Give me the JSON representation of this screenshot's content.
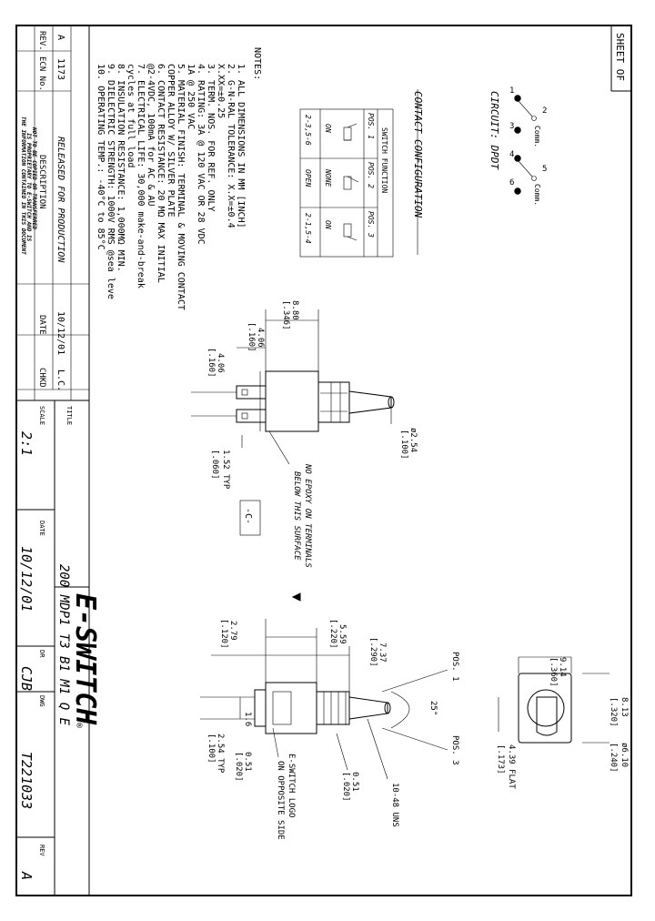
{
  "sheet_label": "SHEET    OF",
  "notes": {
    "heading": "NOTES:",
    "lines": [
      "1.  ALL DIMENSIONS IN MM [INCH]",
      "2.  G-N-RAL TOLERANCE: X.X=±0.4",
      "                        X.XX=±0.25",
      "3.  TERM. NOS. FOR REF. ONLY",
      "4.  RATING: 3A @ 120 VAC OR 28 VDC",
      "            1A @ 250 VAC",
      "5.  MATERIAL FINISH: TERMINAL & MOVING CONTACT",
      "            COPPER ALLOY W/ SILVER PLATE",
      "6.  CONTACT RESISTANCE: 20 MΩ MAX INITIAL",
      "            @2-4VDC, 100mA for AC & AU",
      "7.  ELECTRICAL LIFE: 30,000 make-and-break",
      "            cycles at full load",
      "8.  INSULATION RESISTANCE: 1,000MΩ MIN.",
      "9.  DIELECTRIC STRENGTH: 1000V RMS @sea leve",
      "10. OPERATING TEMP.: -40°C to 85°C"
    ]
  },
  "contact_config": {
    "title": "CONTACT CONFIGURATION",
    "circuit": "CIRCUIT: DPDT",
    "terminals": [
      "1",
      "2",
      "3",
      "4",
      "5",
      "6"
    ],
    "comm_label_a": "Comm.",
    "comm_label_b": "Comm.",
    "table_title": "SWITCH FUNCTION",
    "headers": [
      "POS. 1",
      "POS. 2",
      "POS. 3"
    ],
    "rows": [
      [
        "ON",
        "NONE",
        "ON"
      ],
      [
        "2-3,5-6",
        "OPEN",
        "2-1,5-4"
      ]
    ]
  },
  "revision_block": {
    "rows": [
      {
        "rev": "A",
        "ecn": "1173",
        "description": "RELEASED FOR PRODUCTION",
        "date": "10/12/01",
        "chkd": "L.C."
      }
    ],
    "header": {
      "rev": "REV.",
      "ecn": "ECN No.",
      "description": "DESCRIPTION",
      "date": "DATE",
      "chkd": "CHKD"
    },
    "proprietary": [
      "THE INFORMATION CONTAINED IN THIS DOCUMENT",
      "IS PROPRIETARY TO E-SWITCH AND IS",
      "NOT TO BE COPIED OR TRANSFERRED"
    ]
  },
  "title_block": {
    "title_label": "TITLE",
    "title": "200 MDP1 T3 B1 M1 Q E",
    "scale_label": "SCALE",
    "scale": "2:1",
    "date_label": "DATE",
    "date": "10/12/01",
    "dr_label": "DR",
    "dr": "CJB",
    "dwg_label": "DWG",
    "dwg": "T221033",
    "rev_label": "REV",
    "rev": "A",
    "logo": "E-SWITCH",
    "reg": "®"
  },
  "dimensions": {
    "d_8_80": "8.80",
    "d_8_80_in": "[.346]",
    "d_4_06a": "4.06",
    "d_4_06a_in": "[.160]",
    "d_4_06b": "4.06",
    "d_4_06b_in": "[.160]",
    "d_2_54": "ø2.54",
    "d_2_54_in": "[.100]",
    "d_1_52": "1.52 TYP",
    "d_1_52_in": "[.060]",
    "epoxy_note_1": "NO EPOXY ON TERMINALS",
    "epoxy_note_2": "BELOW THIS SURFACE",
    "section_mark": "-C-",
    "d_7_37": "7.37",
    "d_7_37_in": "[.290]",
    "d_5_59": "5.59",
    "d_5_59_in": "[.220]",
    "d_2_79": "2.79",
    "d_2_79_in": "[.120]",
    "d_1_6": "1.6",
    "d_2_54b": "2.54 TYP",
    "d_2_54b_in": "[.100]",
    "d_0_51a": "0.51",
    "d_0_51a_in": "[.020]",
    "d_0_51b": "0.51",
    "d_0_51b_in": "[.020]",
    "thread": "10-48 UNS",
    "logo_note_1": "E-SWITCH LOGO",
    "logo_note_2": "ON OPPOSITE SIDE",
    "pos1": "POS. 1",
    "pos3": "POS. 3",
    "angle": "25°",
    "d_9_14": "9.14",
    "d_9_14_in": "[.360]",
    "d_8_13": "8.13",
    "d_8_13_in": "[.320]",
    "d_6_10": "ø6.10",
    "d_6_10_in": "[.240]",
    "d_4_39": "4.39 FLAT",
    "d_4_39_in": "[.173]"
  }
}
